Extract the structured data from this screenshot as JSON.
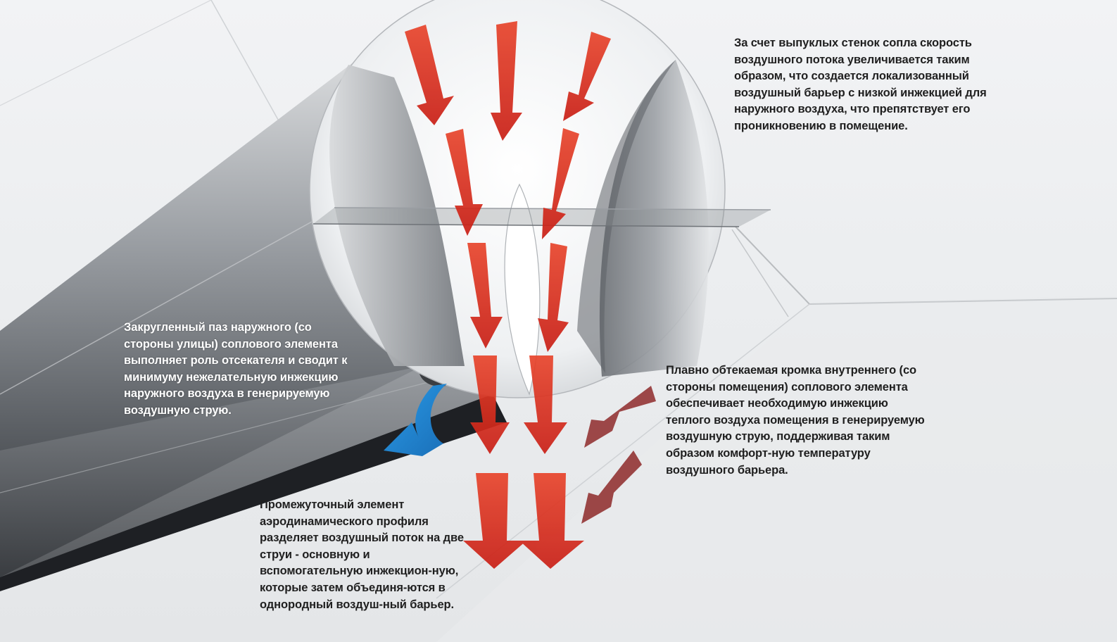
{
  "annotations": {
    "nozzle_walls": "За счет выпуклых стенок сопла скорость воздушного потока увеличивается таким образом, что создается локализованный воздушный барьер с низкой инжекцией для наружного воздуха, что препятствует его проникновению в помещение.",
    "outer_groove": "Закругленный паз наружного (со стороны улицы) соплового элемента выполняет роль отсекателя и сводит к минимуму нежелательную инжекцию наружного воздуха в генерируемую воздушную струю.",
    "inner_edge": "Плавно обтекаемая кромка внутреннего (со стороны помещения) соплового элемента обеспечивает необходимую инжекцию теплого воздуха помещения в генерируемую воздушную струю, поддерживая таким образом комфорт-ную температуру воздушного барьера.",
    "intermediate_element": "Промежуточный элемент аэродинамического профиля разделяет воздушный поток на две струи - основную и вспомогательную инжекцион-ную, которые затем объединя-ются в однородный воздуш-ный барьер."
  },
  "colors": {
    "main_flow": "#d42a1e",
    "room_air": "#8e2a2a",
    "outside_air": "#1f86d6",
    "metal": "#7d8187"
  }
}
